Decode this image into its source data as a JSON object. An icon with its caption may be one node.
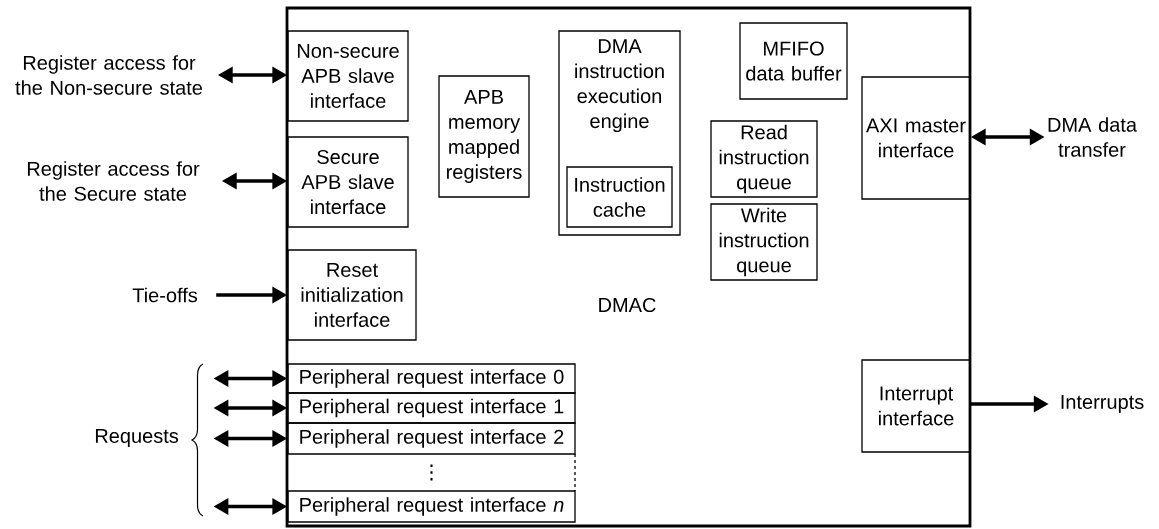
{
  "diagram": {
    "nodes": [
      {
        "text": [
          "DMAC"
        ]
      },
      {
        "text": [
          "Non-secure APB slave interface"
        ],
        "in": 0
      },
      {
        "text": [
          "APB memory mapped registers"
        ],
        "in": 0
      },
      {
        "text": [
          "DMA instruction execution engine"
        ],
        "in": 0
      },
      {
        "text": [
          "Instruction cache"
        ],
        "in": 3
      },
      {
        "text": [
          "MFIFO data buffer"
        ],
        "in": 0
      },
      {
        "text": [
          "AXI master interface"
        ],
        "in": 0
      },
      {
        "text": [
          "Secure APB slave interface"
        ],
        "in": 0
      },
      {
        "text": [
          "Read instruction queue"
        ],
        "in": 0
      },
      {
        "text": [
          "Write instruction queue"
        ],
        "in": 0
      },
      {
        "text": [
          "Reset initialization interface"
        ],
        "in": 0
      },
      {
        "text": [
          "Peripheral request interface 0"
        ],
        "in": 0
      },
      {
        "text": [
          "Peripheral request interface 1"
        ],
        "in": 0
      },
      {
        "text": [
          "Peripheral request interface 2"
        ],
        "in": 0
      },
      {
        "text": [
          "⋮"
        ],
        "in": 0
      },
      {
        "text": [
          "Peripheral request interface *n*"
        ],
        "in": 0
      },
      {
        "text": [
          "Interrupt interface"
        ],
        "in": 0
      },
      {
        "text": [
          "Register access for the Non-secure state"
        ]
      },
      {
        "text": [
          "Register access for the Secure state"
        ]
      },
      {
        "text": [
          "Tie-offs"
        ]
      },
      {
        "text": [
          "DMA data transfer"
        ]
      },
      {
        "text": [
          "Interrupts"
        ]
      }
    ],
    "edges": [
      {
        "from": 17,
        "to": 1,
        "arrow": "both"
      },
      {
        "from": 18,
        "to": 7,
        "arrow": "both"
      },
      {
        "from": 19,
        "to": 10,
        "arrow": "to"
      },
      {
        "from": null,
        "to": 11,
        "arrow": "both"
      },
      {
        "from": null,
        "to": 12,
        "arrow": "both"
      },
      {
        "from": null,
        "to": 13,
        "arrow": "both"
      },
      {
        "from": null,
        "to": 15,
        "arrow": "both"
      },
      {
        "from": 6,
        "to": 20,
        "arrow": "both"
      },
      {
        "from": 16,
        "to": 21,
        "arrow": "to"
      }
    ],
    "labels": [
      "Requests"
    ]
  }
}
